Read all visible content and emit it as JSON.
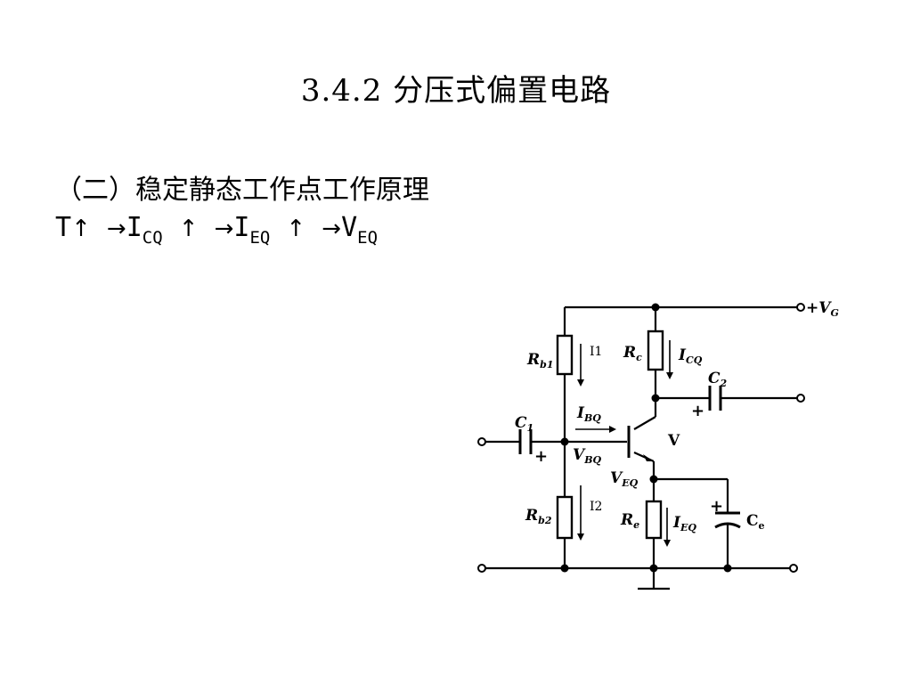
{
  "slide": {
    "title": "3.4.2 分压式偏置电路",
    "subtitle": "（二）稳定静态工作点工作原理"
  },
  "chain": {
    "t": "T",
    "up_arrow": "↑",
    "right_arrow": "→",
    "i": "I",
    "cq": "CQ",
    "eq": "EQ",
    "v": "V"
  },
  "circuit": {
    "vcc": "+V",
    "vcc_sub": "G",
    "rb1": "R",
    "rb1_sub": "b1",
    "rb2": "R",
    "rb2_sub": "b2",
    "rc": "R",
    "rc_sub": "c",
    "re": "R",
    "re_sub": "e",
    "i1": "I1",
    "i2": "I2",
    "icq": "I",
    "icq_sub": "CQ",
    "ibq": "I",
    "ibq_sub": "BQ",
    "ieq": "I",
    "ieq_sub": "EQ",
    "vbq": "V",
    "vbq_sub": "BQ",
    "veq": "V",
    "veq_sub": "EQ",
    "c1": "C",
    "c1_sub": "1",
    "c2": "C",
    "c2_sub": "2",
    "ce": "C",
    "ce_sub": "e",
    "transistor": "V",
    "plus": "+"
  }
}
